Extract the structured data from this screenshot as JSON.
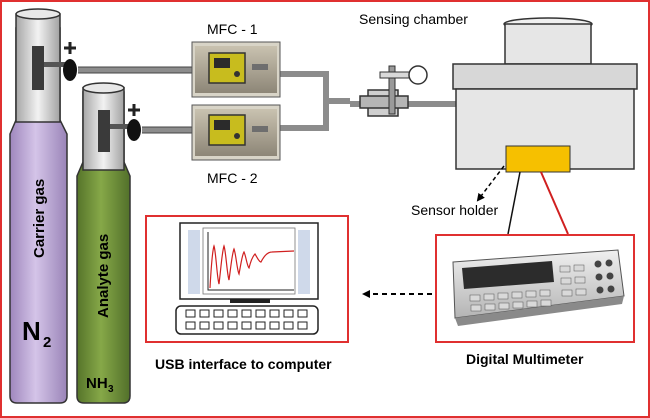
{
  "labels": {
    "mfc1": "MFC - 1",
    "mfc2": "MFC - 2",
    "sensing_chamber": "Sensing chamber",
    "sensor_holder": "Sensor holder",
    "digital_multimeter": "Digital Multimeter",
    "usb_interface": "USB interface to computer"
  },
  "cylinders": {
    "carrier": {
      "label": "Carrier gas",
      "gas": "N",
      "subscript": "2"
    },
    "analyte": {
      "label": "Analyte gas",
      "gas": "NH",
      "subscript": "3"
    }
  },
  "colors": {
    "frame": "#e03030",
    "carrier_cylinder": "#c7b3dd",
    "analyte_cylinder": "#7a9a3c",
    "sensor": "#f6c000",
    "pipe": "#8c8c8c",
    "chamber": "#e6e6e6",
    "graph_trace": "#d02020"
  }
}
